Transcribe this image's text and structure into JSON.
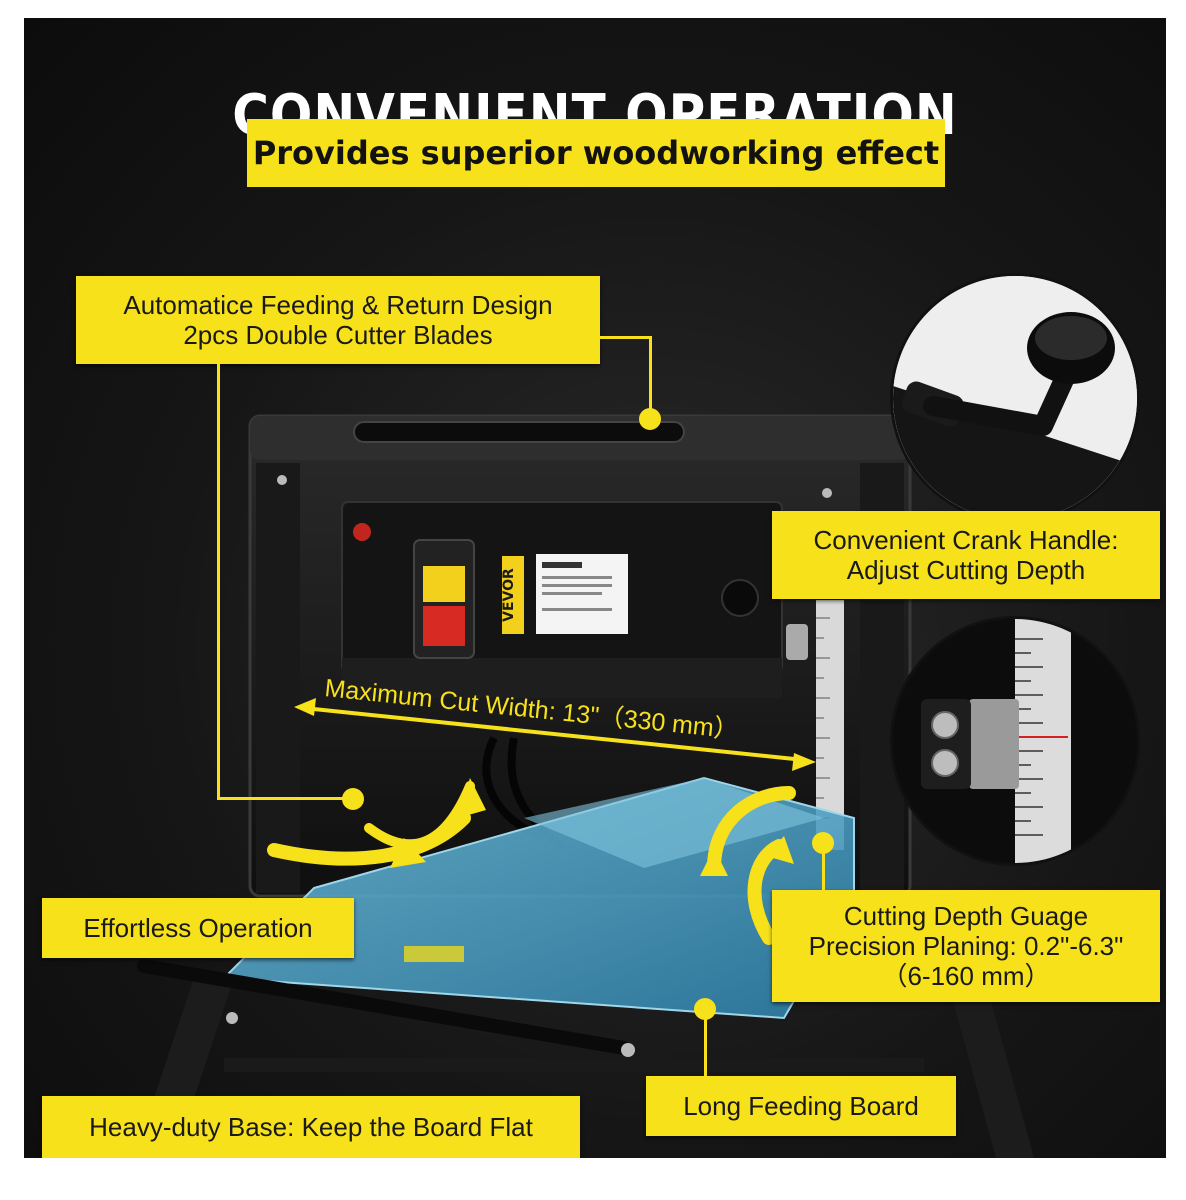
{
  "headline": "CONVENIENT OPERATION",
  "tagline": "Provides superior woodworking effect",
  "callouts": {
    "feeding": {
      "line1": "Automatice Feeding & Return Design",
      "line2": "2pcs Double Cutter Blades"
    },
    "crank": {
      "line1": "Convenient Crank Handle:",
      "line2": "Adjust Cutting Depth"
    },
    "effortless": {
      "line1": "Effortless Operation"
    },
    "gauge": {
      "line1": "Cutting Depth Guage",
      "line2": "Precision Planing: 0.2\"-6.3\"",
      "line3": "（6-160 mm）"
    },
    "base": {
      "line1": "Heavy-duty Base: Keep the Board Flat"
    },
    "board": {
      "line1": "Long Feeding Board"
    }
  },
  "cut_width_label": "Maximum Cut Width: 13\"（330 mm）",
  "brand": "VEVOR",
  "colors": {
    "accent": "#f7e11a",
    "background": "#151515",
    "board": "#4fa3c9",
    "switch_red": "#d62a22"
  }
}
